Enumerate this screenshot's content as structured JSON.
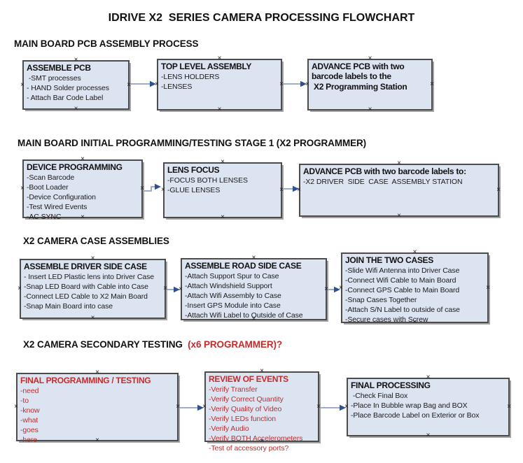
{
  "title": "IDRIVE X2  SERIES CAMERA PROCESSING FLOWCHART",
  "colors": {
    "box_fill": "#dde4f1",
    "box_border": "#4c4c4c",
    "box_shadow": "#a3a3a3",
    "arrow_line": "#8fa3c4",
    "arrow_head": "#30508f",
    "red": "#c52b2b",
    "body_text": "#1a1a1a"
  },
  "icons": {
    "connection_handle": "×",
    "arrow": "→"
  },
  "sections": [
    {
      "heading": "MAIN BOARD PCB ASSEMBLY PROCESS",
      "boxes": [
        {
          "title": "ASSEMBLE PCB",
          "items": [
            " -SMT processes",
            "- HAND Solder processes",
            "- Attach Bar Code Label"
          ]
        },
        {
          "title": "TOP LEVEL ASSEMBLY",
          "items": [
            "-LENS HOLDERS",
            "-LENSES"
          ]
        },
        {
          "title": "ADVANCE PCB with two\nbarcode labels to the\n X2 Programming Station",
          "items": []
        }
      ]
    },
    {
      "heading": "MAIN BOARD INITIAL PROGRAMMING/TESTING STAGE 1 (X2 PROGRAMMER)",
      "boxes": [
        {
          "title": "DEVICE PROGRAMMING",
          "items": [
            "-Scan Barcode",
            "-Boot Loader",
            "-Device Configuration",
            "-Test Wired Events",
            "-AC SYNC"
          ]
        },
        {
          "title": "LENS FOCUS",
          "items": [
            "-FOCUS BOTH LENSES",
            "-GLUE LENSES"
          ]
        },
        {
          "title": "ADVANCE PCB with two barcode labels to:",
          "items": [
            "-X2 DRIVER  SIDE  CASE  ASSEMBLY STATION"
          ]
        }
      ]
    },
    {
      "heading": "X2 CAMERA CASE ASSEMBLIES",
      "boxes": [
        {
          "title": "ASSEMBLE DRIVER SIDE CASE",
          "items": [
            "- Insert LED Plastic lens into Driver Case",
            "-Snap LED Board with Cable into Case",
            "-Connect LED Cable to X2 Main Board",
            "-Snap Main Board into case"
          ]
        },
        {
          "title": "ASSEMBLE ROAD SIDE CASE",
          "items": [
            "-Attach Support Spur to Case",
            "-Attach Windshield Support",
            "-Attach Wifi Assembly to Case",
            "-Insert GPS Module into Case",
            "-Attach Wifi Label to Outside of Case"
          ]
        },
        {
          "title": "JOIN THE TWO CASES",
          "items": [
            "-Slide Wifi Antenna into Driver Case",
            "-Connect Wifi Cable to Main Board",
            "-Connect GPS Cable to Main Board",
            "-Snap Cases Together",
            "-Attach S/N Label to outside of case",
            "-Secure cases with Screw"
          ]
        }
      ]
    },
    {
      "heading": "X2 CAMERA SECONDARY TESTING ",
      "heading_red": " (x6 PROGRAMMER)?",
      "boxes": [
        {
          "title": "FINAL PROGRAMMING / TESTING",
          "items": [
            "-need",
            "-to",
            "-know",
            "-what",
            "-goes",
            "-here"
          ]
        },
        {
          "title": "REVIEW OF EVENTS",
          "items": [
            "-Verify Transfer",
            "-Verify Correct Quantity",
            "-Verify Quality of Video",
            "-Verify LEDs function",
            "-Verify Audio",
            "-Verify BOTH Accelerometers",
            "-Test of accessory ports?"
          ]
        },
        {
          "title": "FINAL PROCESSING",
          "items": [
            " -Check Final Box",
            "-Place In Bubble wrap Bag and BOX",
            "-Place Barcode Label on Exterior or Box"
          ]
        }
      ]
    }
  ]
}
